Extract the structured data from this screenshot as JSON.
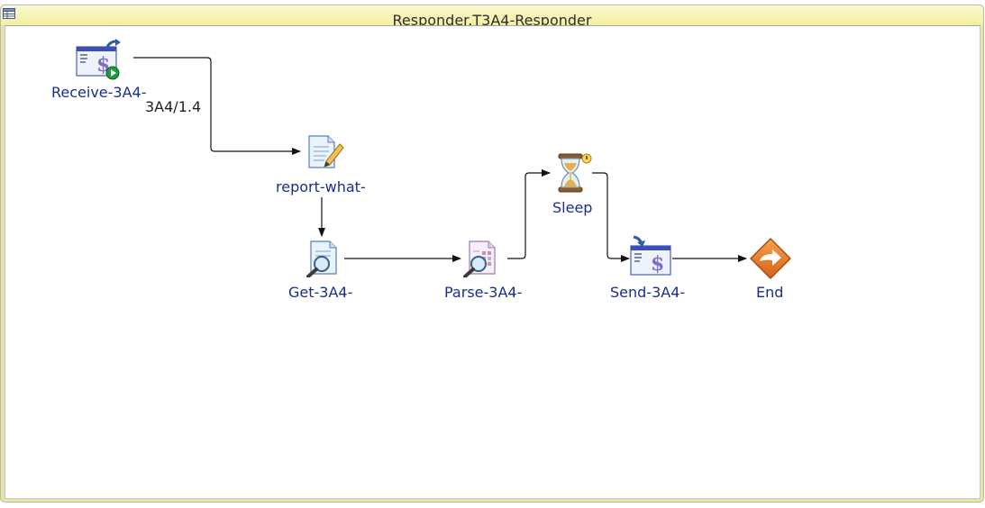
{
  "window": {
    "title": "Responder.T3A4-Responder"
  },
  "nodes": [
    {
      "id": "receive",
      "label": "Receive-3A4-",
      "icon": "receive-message-icon"
    },
    {
      "id": "report",
      "label": "report-what-",
      "icon": "document-edit-icon"
    },
    {
      "id": "get",
      "label": "Get-3A4-",
      "icon": "document-search-icon"
    },
    {
      "id": "parse",
      "label": "Parse-3A4-",
      "icon": "parse-document-icon"
    },
    {
      "id": "sleep",
      "label": "Sleep",
      "icon": "hourglass-icon"
    },
    {
      "id": "send",
      "label": "Send-3A4-",
      "icon": "send-message-icon"
    },
    {
      "id": "end",
      "label": "End",
      "icon": "end-arrow-icon"
    }
  ],
  "edges": [
    {
      "from": "receive",
      "to": "report",
      "label": "3A4/1.4"
    },
    {
      "from": "report",
      "to": "get",
      "label": ""
    },
    {
      "from": "get",
      "to": "parse",
      "label": ""
    },
    {
      "from": "parse",
      "to": "sleep",
      "label": ""
    },
    {
      "from": "sleep",
      "to": "send",
      "label": ""
    },
    {
      "from": "send",
      "to": "end",
      "label": ""
    }
  ],
  "colors": {
    "titlebar": "#f3ef9f",
    "node_label": "#1b2e8a",
    "end_node": "#e8741e"
  }
}
